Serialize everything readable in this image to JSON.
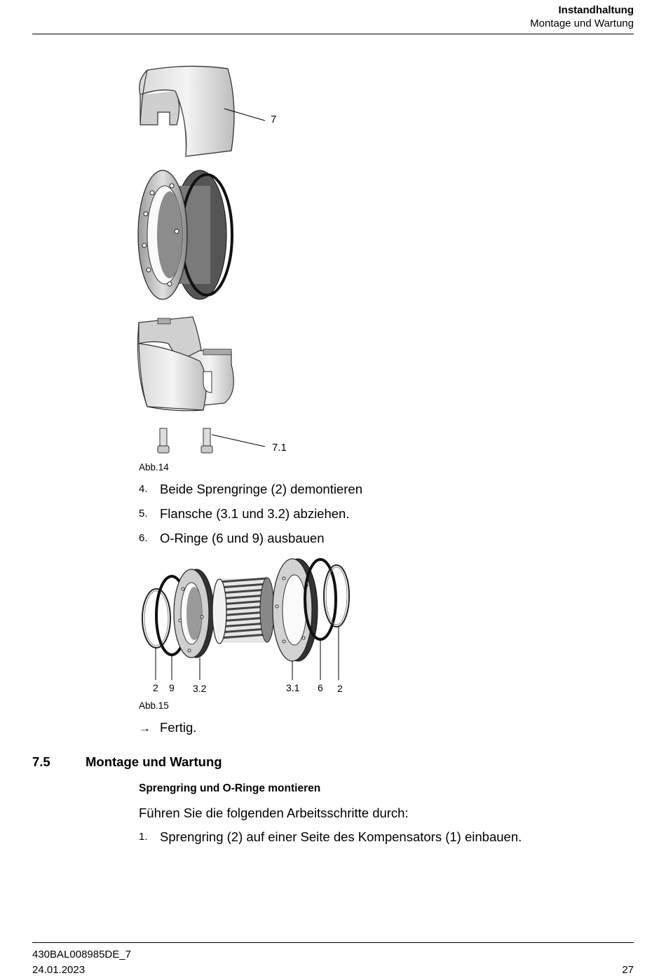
{
  "header": {
    "title": "Instandhaltung",
    "subtitle": "Montage und Wartung"
  },
  "figure14": {
    "callouts": [
      "7",
      "7.1"
    ],
    "caption": "Abb.14"
  },
  "steps_a": [
    {
      "num": "4.",
      "text": "Beide Sprengringe (2) demontieren"
    },
    {
      "num": "5.",
      "text": "Flansche (3.1 und 3.2) abziehen."
    },
    {
      "num": "6.",
      "text": "O-Ringe (6 und 9) ausbauen"
    }
  ],
  "figure15": {
    "labels": [
      "2",
      "9",
      "3.2",
      "3.1",
      "6",
      "2"
    ],
    "caption": "Abb.15"
  },
  "result": {
    "arrow": "→",
    "text": "Fertig."
  },
  "section": {
    "number": "7.5",
    "title": "Montage und Wartung"
  },
  "subsection": {
    "title": "Sprengring und O-Ringe montieren",
    "intro": "Führen Sie die folgenden Arbeitsschritte durch:"
  },
  "steps_b": [
    {
      "num": "1.",
      "text": "Sprengring (2) auf einer Seite des Kompensators (1) einbauen."
    }
  ],
  "footer": {
    "doc_id": "430BAL008985DE_7",
    "date": "24.01.2023",
    "page": "27"
  }
}
